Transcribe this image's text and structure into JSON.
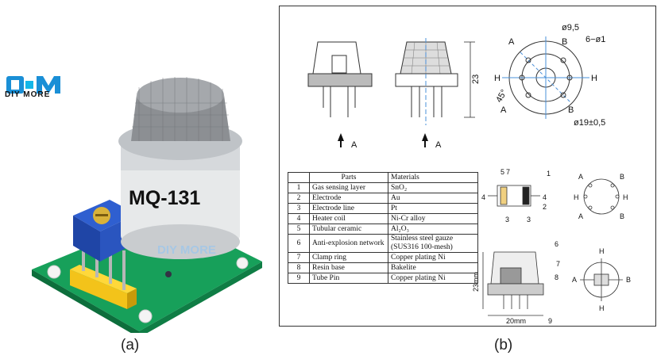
{
  "logo": {
    "mark": "DM",
    "sub": "DIY MORE"
  },
  "sensor": {
    "label": "MQ-131",
    "watermark": "DIY MORE"
  },
  "captions": {
    "a": "(a)",
    "b": "(b)"
  },
  "drawing": {
    "arrow_label": "A",
    "height_dim": "23",
    "d1": "ø9,5",
    "d2": "6−ø1",
    "d3": "ø19±0,5",
    "angle": "45°",
    "side_dim": "23mm",
    "bottom_dim": "20mm",
    "callouts": [
      "1",
      "2",
      "3",
      "4",
      "5",
      "6",
      "7",
      "8",
      "9"
    ],
    "pins": [
      "A",
      "B",
      "H"
    ]
  },
  "table": {
    "headers": [
      "",
      "Parts",
      "Materials"
    ],
    "rows": [
      {
        "no": "1",
        "part": "Gas sensing layer",
        "material": "SnO₂"
      },
      {
        "no": "2",
        "part": "Electrode",
        "material": "Au"
      },
      {
        "no": "3",
        "part": "Electrode line",
        "material": "Pt"
      },
      {
        "no": "4",
        "part": "Heater coil",
        "material": "Ni-Cr alloy"
      },
      {
        "no": "5",
        "part": "Tubular ceramic",
        "material": "Al₂O₃"
      },
      {
        "no": "6",
        "part": "Anti-explosion network",
        "material": "Stainless steel gauze (SUS316 100-mesh)"
      },
      {
        "no": "7",
        "part": "Clamp ring",
        "material": "Copper plating Ni"
      },
      {
        "no": "8",
        "part": "Resin base",
        "material": "Bakelite"
      },
      {
        "no": "9",
        "part": "Tube Pin",
        "material": "Copper plating Ni"
      }
    ]
  }
}
